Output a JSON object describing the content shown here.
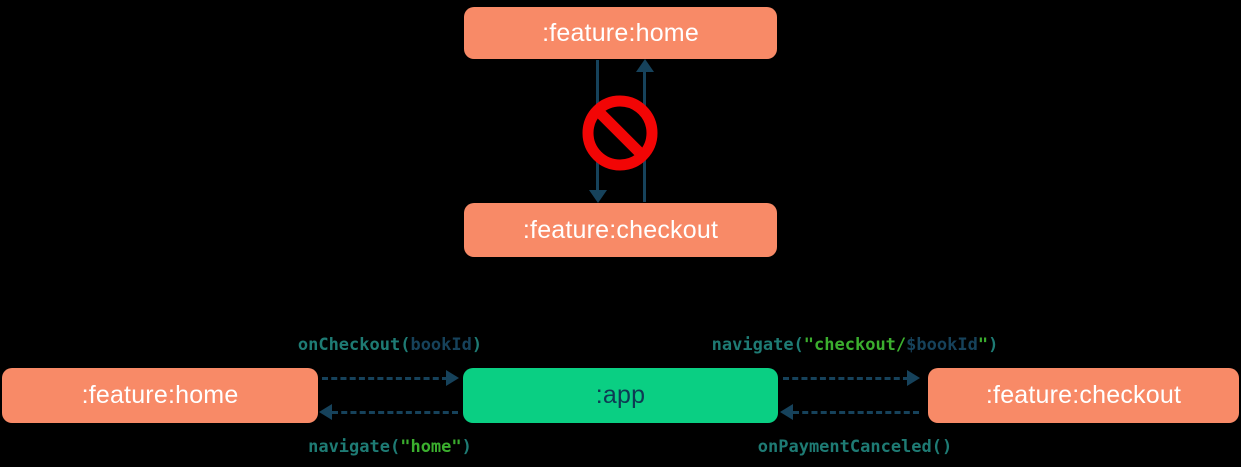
{
  "top_section": {
    "home_label": ":feature:home",
    "checkout_label": ":feature:checkout",
    "icon": "no-entry-prohibition-sign"
  },
  "bottom_section": {
    "home_label": ":feature:home",
    "app_label": ":app",
    "checkout_label": ":feature:checkout",
    "on_checkout": {
      "fn": "onCheckout(",
      "arg": "bookId",
      "close": ")"
    },
    "navigate_home": {
      "fn": "navigate(",
      "str": "\"home\"",
      "close": ")"
    },
    "navigate_checkout": {
      "fn": "navigate(",
      "str_open": "\"checkout/",
      "template_var": "$bookId",
      "str_close": "\"",
      "close": ")"
    },
    "on_payment_canceled": "onPaymentCanceled()"
  },
  "colors": {
    "background": "#000000",
    "feature_box": "#F88A67",
    "app_box": "#0ACF83",
    "box_text": "#FFFFFF",
    "app_text": "#0E3A53",
    "arrow_navy": "#16425B",
    "code_teal": "#1E7B74",
    "code_string_green": "#3BAE2E",
    "code_var_navy": "#16425B",
    "prohibition_red": "#F20505"
  }
}
